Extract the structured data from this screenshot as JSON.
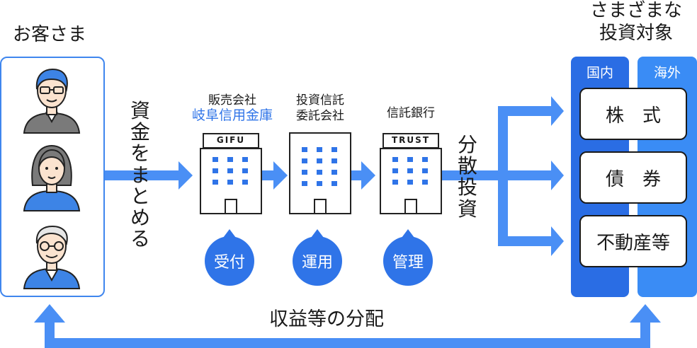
{
  "customers": {
    "title": "お客さま"
  },
  "flow_label_collect": [
    "資",
    "金",
    "を",
    "ま",
    "と",
    "め",
    "る"
  ],
  "flow_label_invest": [
    "分",
    "散",
    "投",
    "資"
  ],
  "entities": [
    {
      "role": "販売会社",
      "name": "岐阜信用金庫",
      "sign": "GIFU",
      "action": "受付"
    },
    {
      "role_line1": "投資信託",
      "role_line2": "委託会社",
      "action": "運用"
    },
    {
      "role": "信託銀行",
      "sign": "TRUST",
      "action": "管理"
    }
  ],
  "targets": {
    "title_line1": "さまざまな",
    "title_line2": "投資対象",
    "domestic": "国内",
    "overseas": "海外",
    "assets": [
      "株　式",
      "債　券",
      "不動産等"
    ]
  },
  "return_label": "収益等の分配",
  "colors": {
    "arrow": "#4a8ff5",
    "accent_dark": "#2a6de4",
    "accent_light": "#3a8cf5",
    "bubble": "#2f74e8",
    "name_blue": "#2f74e8"
  }
}
